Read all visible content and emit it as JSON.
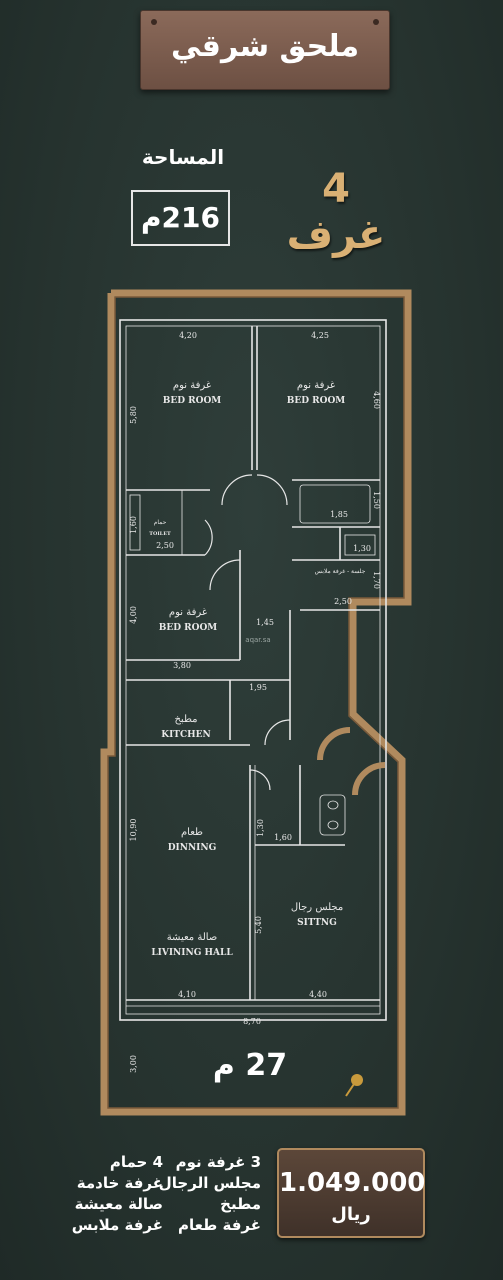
{
  "header": {
    "title": "ملحق شرقي"
  },
  "summary": {
    "rooms": "4 غرف",
    "area_label": "المساحة",
    "area_value": "216م"
  },
  "plan": {
    "room_labels": [
      {
        "ar": "غرفة نوم",
        "en": "BED ROOM"
      },
      {
        "ar": "غرفة نوم",
        "en": "BED ROOM"
      },
      {
        "ar": "حمام",
        "en": "TOILET"
      },
      {
        "ar": "غرفة نوم",
        "en": "BED ROOM"
      },
      {
        "ar": "مطبخ",
        "en": "KITCHEN"
      },
      {
        "ar": "طعام",
        "en": "DINNING"
      },
      {
        "ar": "صالة معيشة",
        "en": "LIVINING HALL"
      },
      {
        "ar": "مجلس رجال",
        "en": "SITTNG"
      },
      {
        "ar": "جلسة - غرفة ملابس",
        "en": ""
      }
    ],
    "dimensions": [
      "4,20",
      "4,25",
      "5,80",
      "4,60",
      "1,50",
      "1,85",
      "1,60",
      "2,50",
      "1,30",
      "1,70",
      "2,50",
      "1,45",
      "4,00",
      "3,80",
      "1,95",
      "10,90",
      "1,30",
      "1,60",
      "5,40",
      "4,10",
      "4,40",
      "8,70",
      "3,00"
    ],
    "courtyard_area": "27 م",
    "watermark": "aqar.sa"
  },
  "features": {
    "right_column": [
      "3 غرفة نوم",
      "مجلس الرجال",
      "مطبخ",
      "غرفة طعام"
    ],
    "left_column": [
      "4 حمام",
      "غرفة خادمة",
      "صالة معيشة",
      "غرفة ملابس"
    ]
  },
  "price": {
    "value": "1.049.000",
    "currency": "ريال"
  },
  "colors": {
    "background": "#26332f",
    "frame": "#b08a5e",
    "accent_text": "#d9b074",
    "sign": "#7a5c4e"
  }
}
